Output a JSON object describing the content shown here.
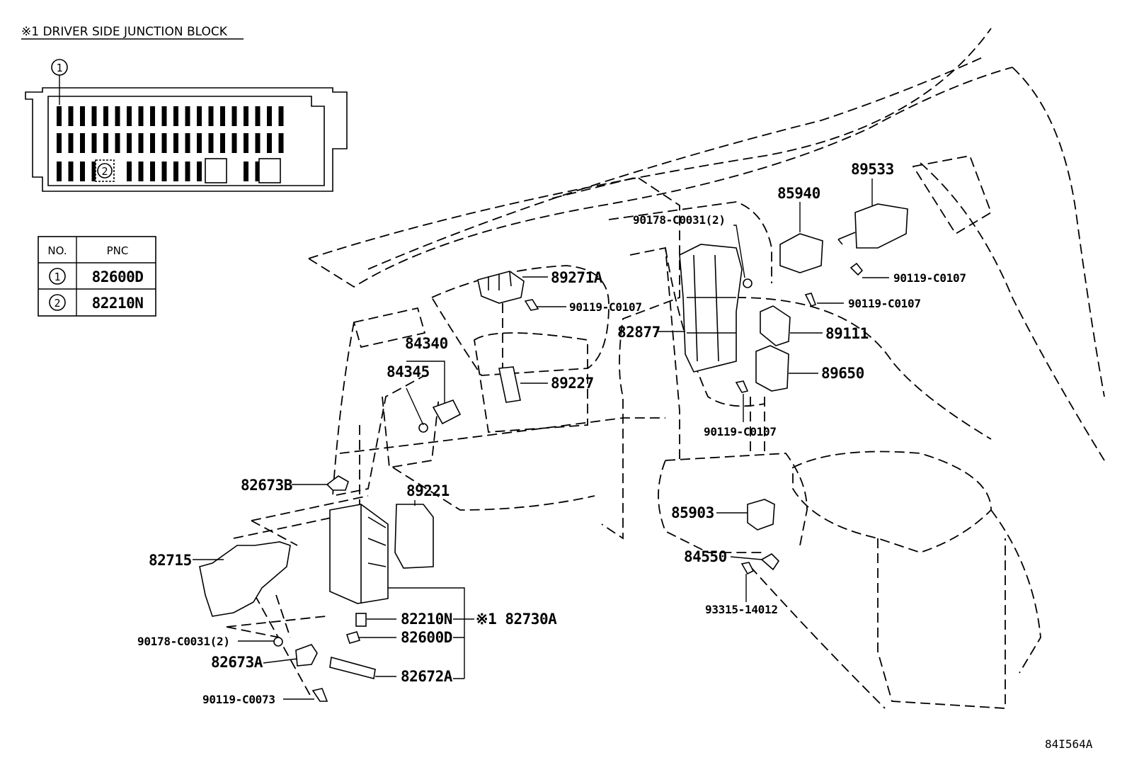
{
  "junction_block": {
    "title": "※1 DRIVER SIDE JUNCTION BLOCK",
    "callout_1": "1",
    "callout_2": "2"
  },
  "pnc_table": {
    "headers": [
      "NO.",
      "PNC"
    ],
    "rows": [
      {
        "no": "1",
        "pnc": "82600D"
      },
      {
        "no": "2",
        "pnc": "82210N"
      }
    ]
  },
  "part_labels": {
    "p89271A": "89271A",
    "p90119_C0107_a": "90119-C0107",
    "p84340": "84340",
    "p84345": "84345",
    "p89227": "89227",
    "p82673B": "82673B",
    "p89221": "89221",
    "p82715": "82715",
    "p90178_C0031_a": "90178-C0031(2)",
    "p82673A": "82673A",
    "p90119_C0073": "90119-C0073",
    "p82210N": "82210N",
    "p82600D": "82600D",
    "p82672A": "82672A",
    "p82730A": "※1 82730A",
    "p90178_C0031_b": "90178-C0031(2)",
    "p82877": "82877",
    "p85940": "85940",
    "p89533": "89533",
    "p90119_C0107_b": "90119-C0107",
    "p90119_C0107_c": "90119-C0107",
    "p89111": "89111",
    "p89650": "89650",
    "p90119_C0107_d": "90119-C0107",
    "p85903": "85903",
    "p84550": "84550",
    "p93315_14012": "93315-14012"
  },
  "illustration_id": "84I564A"
}
